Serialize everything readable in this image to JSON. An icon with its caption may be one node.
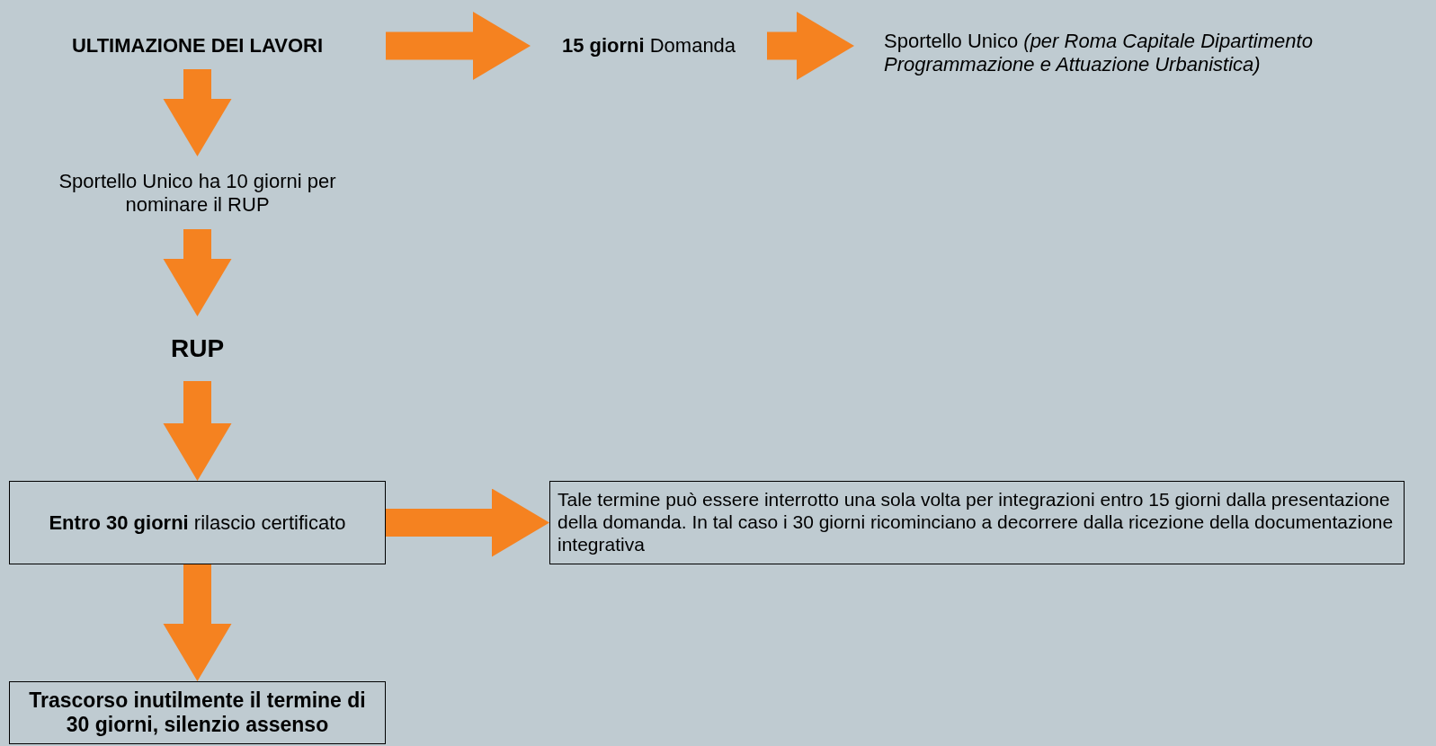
{
  "diagram": {
    "nodes": [
      {
        "text": [
          "ULTIMAZIONE DEI LAVORI"
        ]
      },
      {
        "text": [
          "**15 giorni** Domanda"
        ]
      },
      {
        "text": [
          "Sportello Unico *(per Roma Capitale Dipartimento Programmazione e Attuazione Urbanistica)*"
        ]
      },
      {
        "text": [
          "Sportello Unico ha 10 giorni per nominare il RUP"
        ]
      },
      {
        "text": [
          "RUP"
        ]
      },
      {
        "text": [
          "**Entro** **30 giorni** rilascio certificato"
        ]
      },
      {
        "text": [
          "Tale termine può essere interrotto una sola volta per integrazioni entro 15 giorni dalla presentazione della domanda. In tal caso i 30 giorni ricominciano a decorrere dalla ricezione della documentazione integrativa"
        ]
      },
      {
        "text": [
          "Trascorso inutilmente il termine di 30 giorni, silenzio assenso"
        ]
      }
    ],
    "edges": [
      {
        "from": 0,
        "to": 1,
        "arrow": "to"
      },
      {
        "from": 1,
        "to": 2,
        "arrow": "to"
      },
      {
        "from": 0,
        "to": 3,
        "arrow": "to"
      },
      {
        "from": 3,
        "to": 4,
        "arrow": "to"
      },
      {
        "from": 4,
        "to": 5,
        "arrow": "to"
      },
      {
        "from": 5,
        "to": 6,
        "arrow": "to"
      },
      {
        "from": 5,
        "to": 7,
        "arrow": "to"
      }
    ]
  }
}
